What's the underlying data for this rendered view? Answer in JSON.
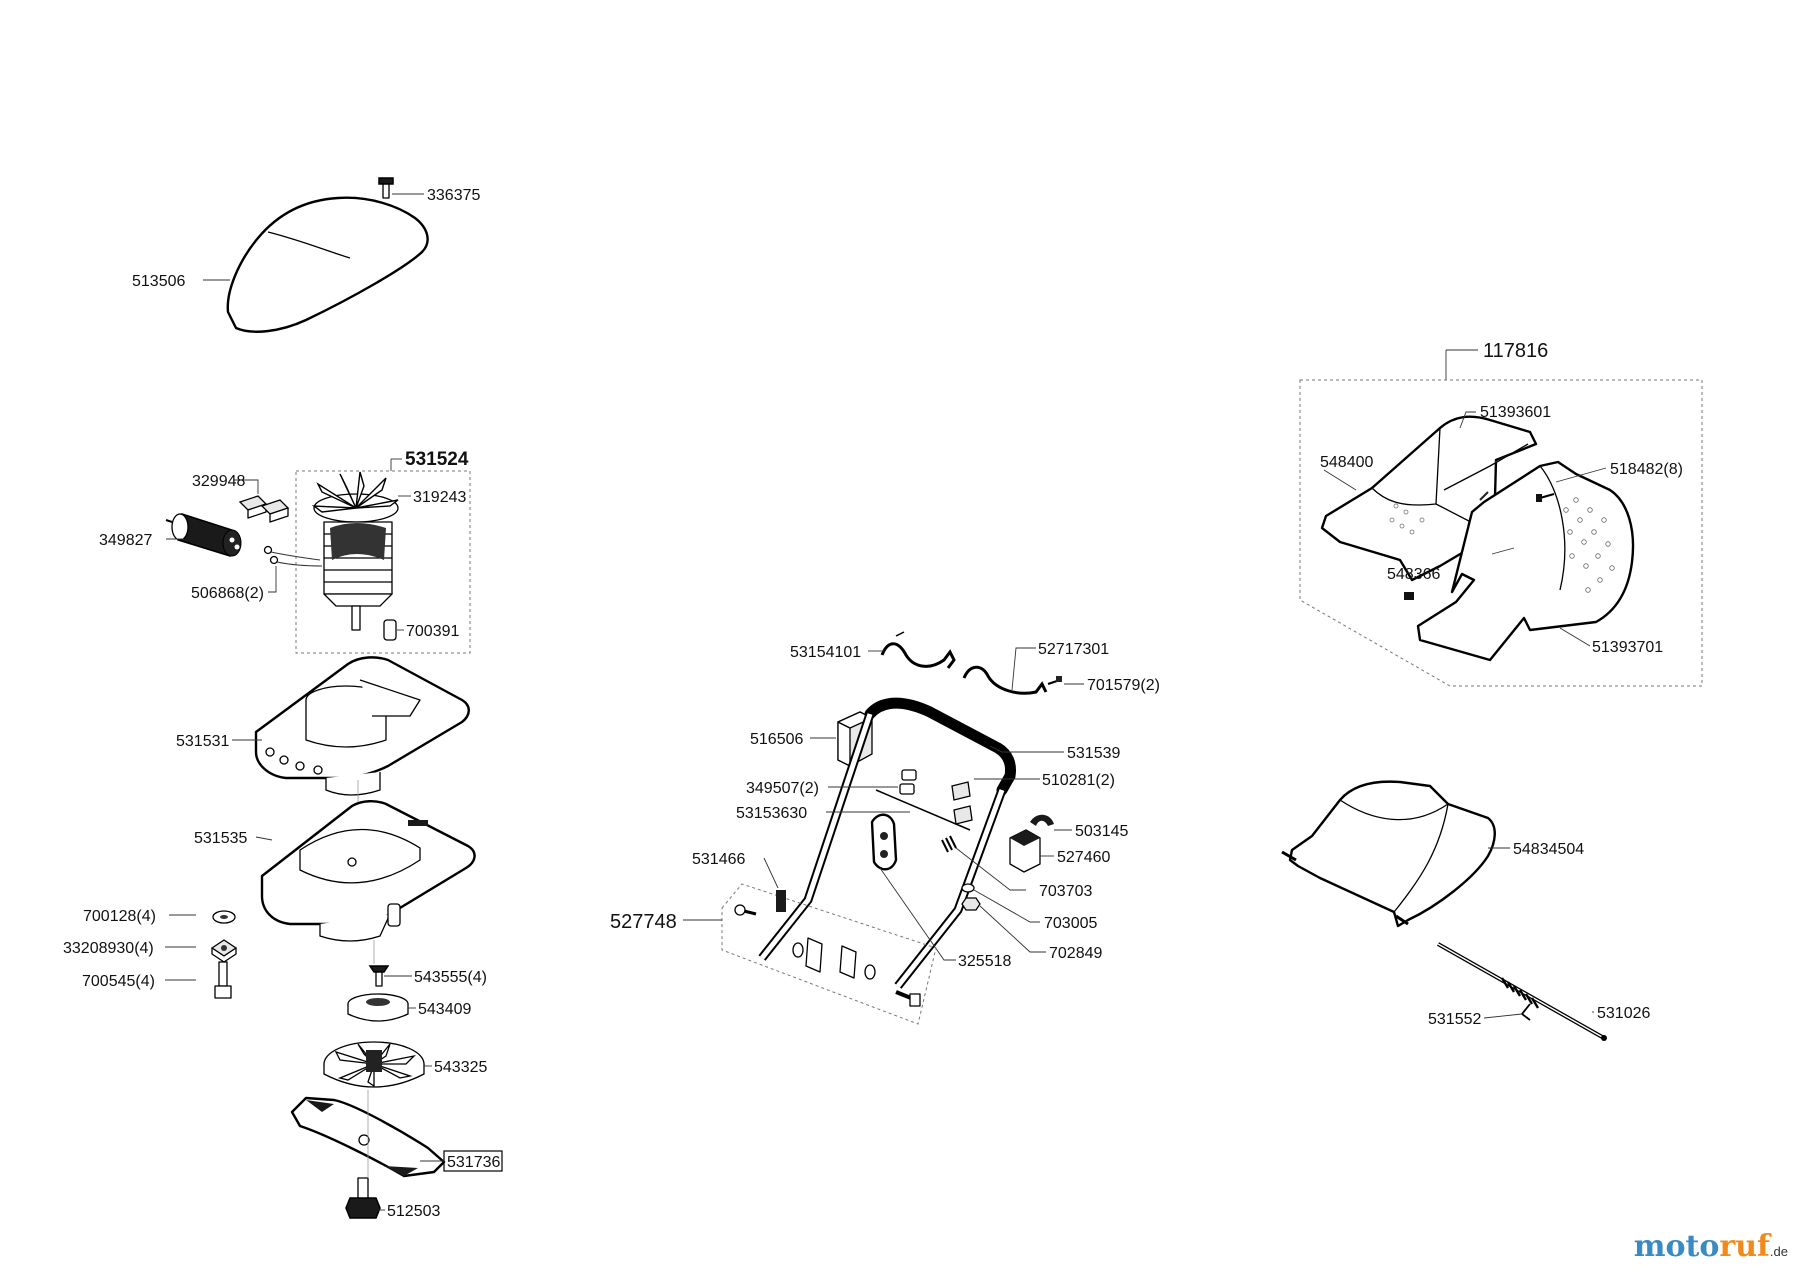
{
  "labels": {
    "p336375": "336375",
    "p513506": "513506",
    "p531524": "531524",
    "p329948": "329948",
    "p319243": "319243",
    "p349827": "349827",
    "p506868": "506868(2)",
    "p700391": "700391",
    "p531531": "531531",
    "p531535": "531535",
    "p700128": "700128(4)",
    "p33208930": "33208930(4)",
    "p700545": "700545(4)",
    "p543555": "543555(4)",
    "p543409": "543409",
    "p543325": "543325",
    "p531736": "531736",
    "p512503": "512503",
    "p53154101": "53154101",
    "p52717301": "52717301",
    "p701579": "701579(2)",
    "p516506": "516506",
    "p531539": "531539",
    "p349507": "349507(2)",
    "p510281": "510281(2)",
    "p53153630": "53153630",
    "p503145": "503145",
    "p527460": "527460",
    "p531466": "531466",
    "p703703": "703703",
    "p527748": "527748",
    "p703005": "703005",
    "p325518": "325518",
    "p702849": "702849",
    "p117816": "117816",
    "p51393601": "51393601",
    "p548400": "548400",
    "p518482": "518482(8)",
    "p548366": "548366",
    "p51393701": "51393701",
    "p54834504": "54834504",
    "p531552": "531552",
    "p531026": "531026"
  },
  "logo": {
    "part1": "moto",
    "part2": "ruf",
    "tld": ".de"
  }
}
